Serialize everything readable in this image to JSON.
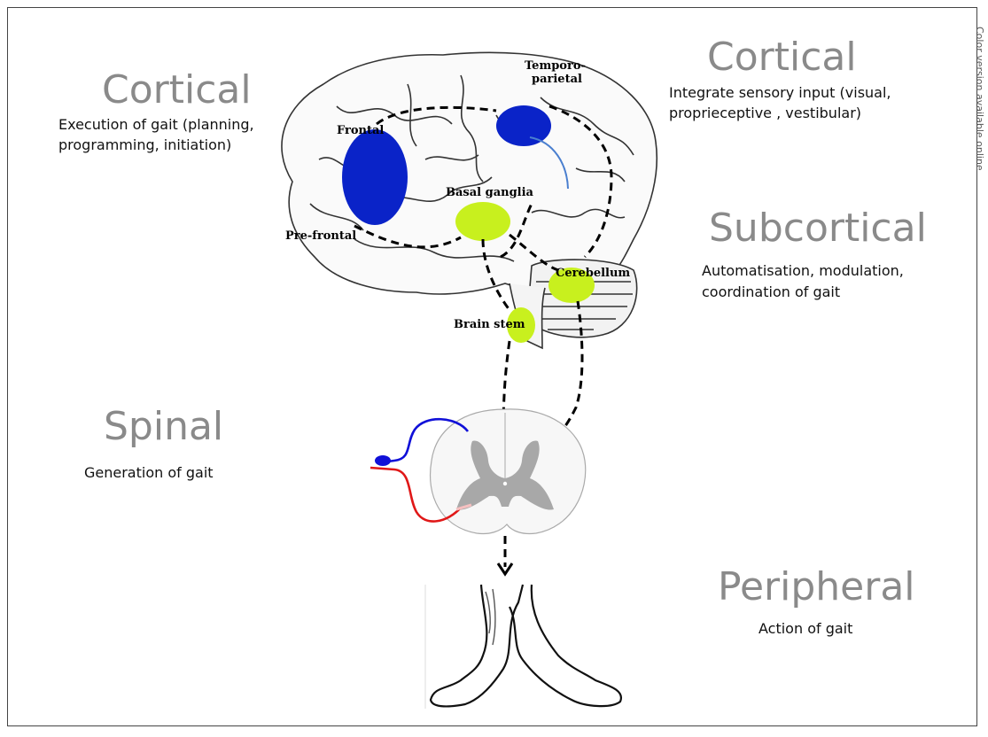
{
  "levels": {
    "cortical_left": {
      "title": "Cortical",
      "lines": [
        "Execution of gait (planning,",
        "programming, initiation)"
      ]
    },
    "cortical_right": {
      "title": "Cortical",
      "lines": [
        "Integrate sensory input (visual,",
        "proprieceptive , vestibular)"
      ]
    },
    "subcortical": {
      "title": "Subcortical",
      "lines": [
        "Automatisation, modulation,",
        "coordination of gait"
      ]
    },
    "spinal": {
      "title": "Spinal",
      "lines": [
        "Generation of gait"
      ]
    },
    "peripheral": {
      "title": "Peripheral",
      "lines": [
        "Action of gait"
      ]
    }
  },
  "regions": {
    "temporo": [
      "Temporo-",
      "parietal"
    ],
    "frontal": "Frontal",
    "prefrontal": "Pre-frontal",
    "basal_ganglia": "Basal ganglia",
    "cerebellum": "Cerebellum",
    "brain_stem": "Brain stem"
  },
  "side_note": "Color version available online",
  "colors": {
    "cortical_area": "#0a23c8",
    "subcortical_area": "#c8f01e",
    "pathway": "#000000",
    "sensory_nerve": "#1010d8",
    "motor_nerve": "#e01818"
  }
}
